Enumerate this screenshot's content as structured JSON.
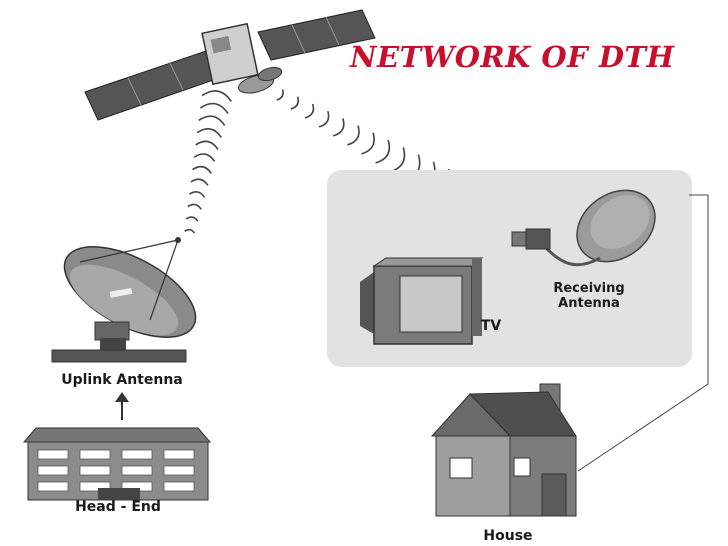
{
  "title": {
    "text": "NETWORK OF DTH",
    "color": "#c8102e"
  },
  "labels": {
    "uplink_antenna": "Uplink Antenna",
    "head_end": "Head - End",
    "tv": "TV",
    "receiving_antenna_line1": "Receiving",
    "receiving_antenna_line2": "Antenna",
    "house": "House"
  },
  "icons": [
    "satellite-icon",
    "uplink-dish-icon",
    "head-end-building-icon",
    "tv-icon",
    "receiving-dish-icon",
    "house-icon"
  ]
}
